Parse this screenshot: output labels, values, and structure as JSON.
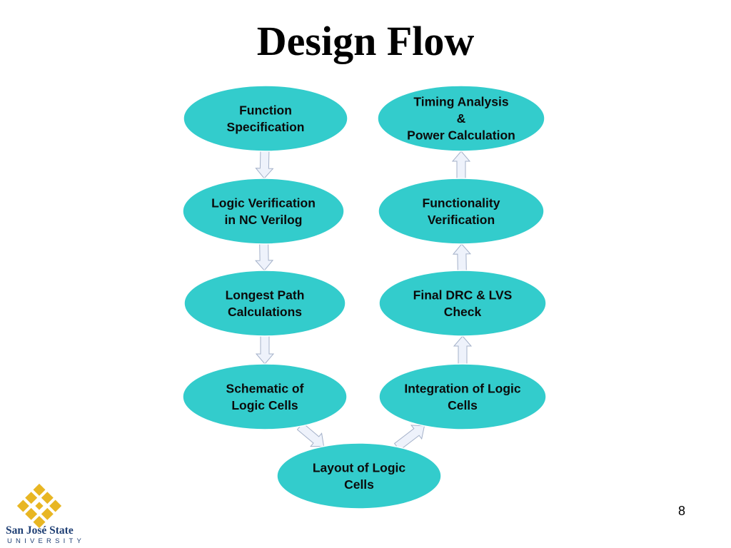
{
  "slide": {
    "title": "Design Flow",
    "page_number": "8"
  },
  "flow": {
    "nodes": {
      "function_specification": [
        "Function",
        "Specification"
      ],
      "logic_verification": [
        "Logic Verification",
        "in NC Verilog"
      ],
      "longest_path": [
        "Longest Path",
        "Calculations"
      ],
      "schematic": [
        "Schematic of",
        "Logic Cells"
      ],
      "layout": [
        "Layout of Logic",
        "Cells"
      ],
      "integration": [
        "Integration of Logic",
        "Cells"
      ],
      "drc_lvs": [
        "Final DRC & LVS",
        "Check"
      ],
      "functionality_verification": [
        "Functionality",
        "Verification"
      ],
      "timing_power": [
        "Timing Analysis",
        "&",
        "Power Calculation"
      ]
    },
    "colors": {
      "node_fill": "#33cccc",
      "node_stroke": "#ffffff",
      "arrow_fill": "#eef2fb",
      "arrow_stroke": "#a4b1c9"
    }
  },
  "logo": {
    "wordmark": "San José State",
    "sub": "UNIVERSITY",
    "colors": {
      "gold": "#e8b623",
      "blue": "#1f3f74"
    },
    "icon": "sjsu-diamond-lattice-icon"
  }
}
